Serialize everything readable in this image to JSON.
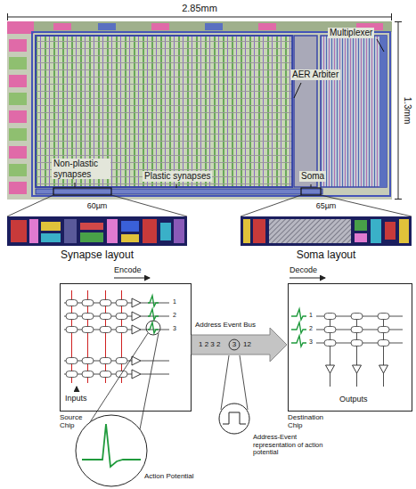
{
  "diagram": {
    "nodes": [
      {
        "text": [
          "Inputs",
          "Source Chip"
        ]
      },
      {
        "text": [
          "Address Event Bus",
          "1 2 3 2",
          "3",
          "12"
        ]
      },
      {
        "text": [
          "Outputs",
          "Destination Chip"
        ]
      }
    ],
    "labels": [
      "2.85mm",
      "1.3mm",
      "Multiplexer",
      "AER Arbiter",
      "Non-plastic synapses",
      "Plastic synapses",
      "Soma",
      "60µm",
      "65µm",
      "Synapse layout",
      "Soma layout",
      "Encode",
      "Decode",
      "1",
      "2",
      "3",
      "1",
      "2",
      "3",
      "Action Potential",
      "Address-Event representation of action potential"
    ]
  }
}
